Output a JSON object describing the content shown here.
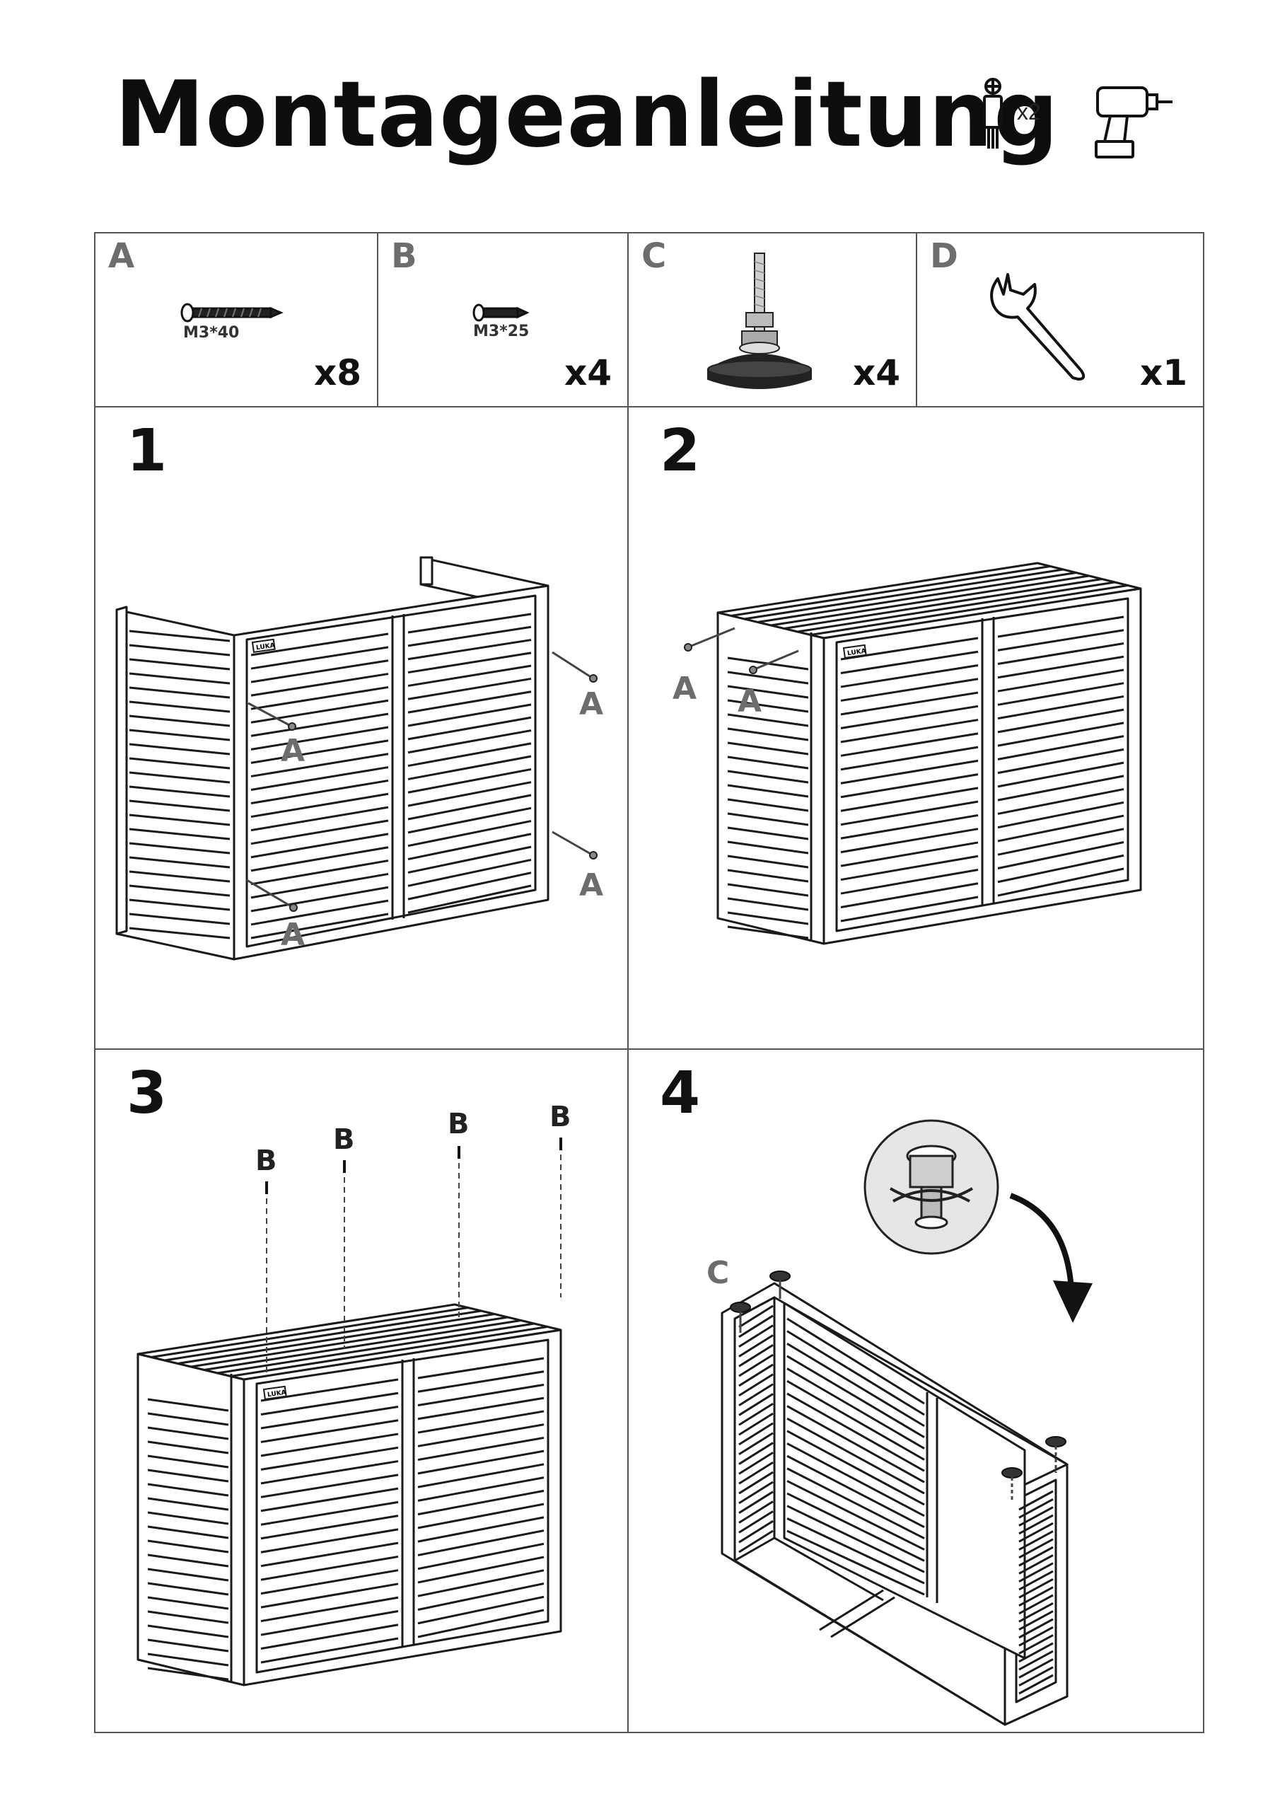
{
  "title": "Montageanleitung",
  "header": {
    "persons_icon": "person-icon",
    "persons_count": "x2",
    "tool_icon": "drill-icon"
  },
  "parts": [
    {
      "letter": "A",
      "size": "M3*40",
      "qty": "x8",
      "icon": "screw-icon"
    },
    {
      "letter": "B",
      "size": "M3*25",
      "qty": "x4",
      "icon": "screw-icon"
    },
    {
      "letter": "C",
      "size": "",
      "qty": "x4",
      "icon": "leveling-foot-icon"
    },
    {
      "letter": "D",
      "size": "",
      "qty": "x1",
      "icon": "wrench-icon"
    }
  ],
  "steps": [
    {
      "number": "1",
      "labels": [
        "A",
        "A",
        "A",
        "A"
      ],
      "brand": "LUKA"
    },
    {
      "number": "2",
      "labels": [
        "A",
        "A"
      ],
      "brand": "LUKA"
    },
    {
      "number": "3",
      "labels": [
        "B",
        "B",
        "B",
        "B"
      ],
      "brand": "LUKA"
    },
    {
      "number": "4",
      "labels": [
        "C"
      ]
    }
  ],
  "colors": {
    "line": "#1a1a1a",
    "label_gray": "#6d6d6d",
    "border": "#555555"
  }
}
